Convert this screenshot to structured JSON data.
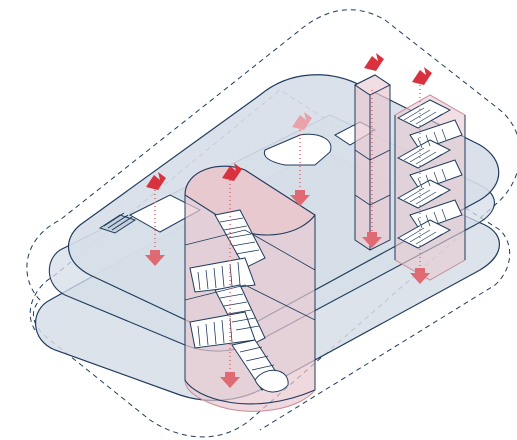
{
  "diagram": {
    "kind": "isometric-architectural-circulation-diagram",
    "colors": {
      "outline": "#1f3b5c",
      "dashed_outline": "#1f3b5c",
      "slab_fill": "#d6dee8",
      "slab_fill_dark": "#c3cfdb",
      "void_fill": "#ffffff",
      "stair_core_fill": "#e8c9d0",
      "stair_core_stroke": "#c98a98",
      "arrow_red": "#d8323f",
      "arrow_dotted": "#e06a74"
    },
    "icons": [
      "upward-red-arrow-icon",
      "downward-red-arrow-icon",
      "spiral-stair-icon",
      "switchback-stair-icon"
    ],
    "elements": {
      "outer_boundary": "dashed-boundary",
      "floor_slabs": 3,
      "stair_cores": [
        "central-spiral-core",
        "right-switchback-core"
      ],
      "elevator_shaft": "elevator-shaft",
      "voids": [
        "left-void",
        "center-void",
        "small-void"
      ]
    }
  }
}
